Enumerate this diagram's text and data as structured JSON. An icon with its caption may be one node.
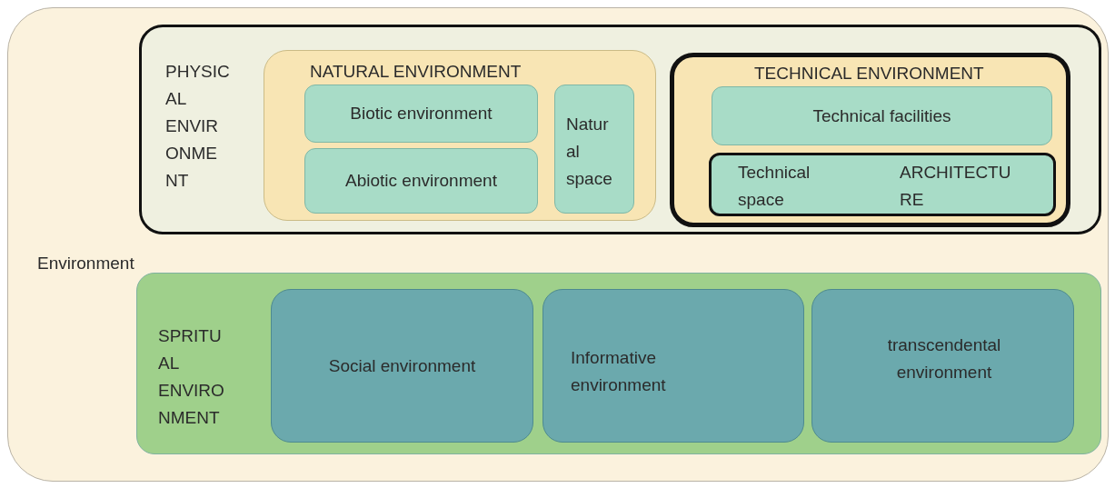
{
  "diagram": {
    "nodes": [
      {
        "text": [
          "Environment"
        ]
      },
      {
        "text": [
          "PHYSIC AL ENVIR ONME NT"
        ],
        "in": 0
      },
      {
        "text": [
          "NATURAL ENVIRONMENT"
        ],
        "in": 1
      },
      {
        "text": [
          "Biotic environment"
        ],
        "in": 2
      },
      {
        "text": [
          "Abiotic environment"
        ],
        "in": 2
      },
      {
        "text": [
          "Natur al space"
        ],
        "in": 2
      },
      {
        "text": [
          "TECHNICAL ENVIRONMENT"
        ],
        "in": 1
      },
      {
        "text": [
          "Technical facilities"
        ],
        "in": 6
      },
      {
        "text": [
          "Technical space",
          "ARCHITECTU RE"
        ],
        "in": 6
      },
      {
        "text": [
          "SPRITU AL ENVIRO NMENT"
        ],
        "in": 0
      },
      {
        "text": [
          "Social environment"
        ],
        "in": 9
      },
      {
        "text": [
          "Informative environment"
        ],
        "in": 9
      },
      {
        "text": [
          "transcendental environment"
        ],
        "in": 9
      }
    ]
  }
}
